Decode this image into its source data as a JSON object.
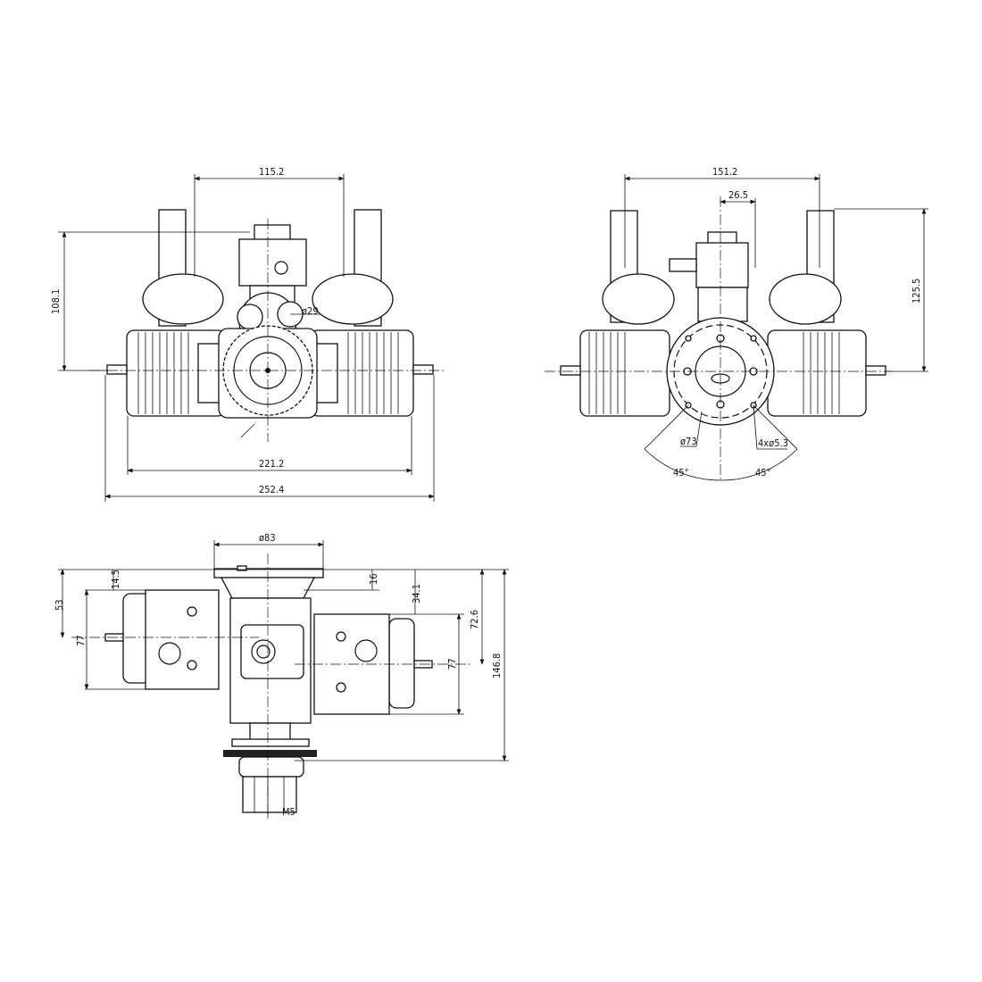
{
  "front_view": {
    "dims": {
      "exhaust_spacing": "115.2",
      "height": "108.1",
      "gear_dia": "ø29",
      "cyl_width": "221.2",
      "overall_width": "252.4"
    }
  },
  "rear_view": {
    "dims": {
      "exhaust_spacing": "151.2",
      "carb_offset": "26.5",
      "height": "125.5",
      "bolt_circle": "ø73",
      "bolt_holes": "4xø5.3",
      "angle_left": "45°",
      "angle_right": "45°"
    }
  },
  "top_view": {
    "dims": {
      "flange_dia": "ø83",
      "offset_a": "14.5",
      "offset_b": "53",
      "cyl_left": "77",
      "offset_c": "16",
      "offset_d": "34.1",
      "offset_e": "72.6",
      "cyl_right": "77",
      "overall_depth": "146.8",
      "thread": "M5"
    }
  }
}
